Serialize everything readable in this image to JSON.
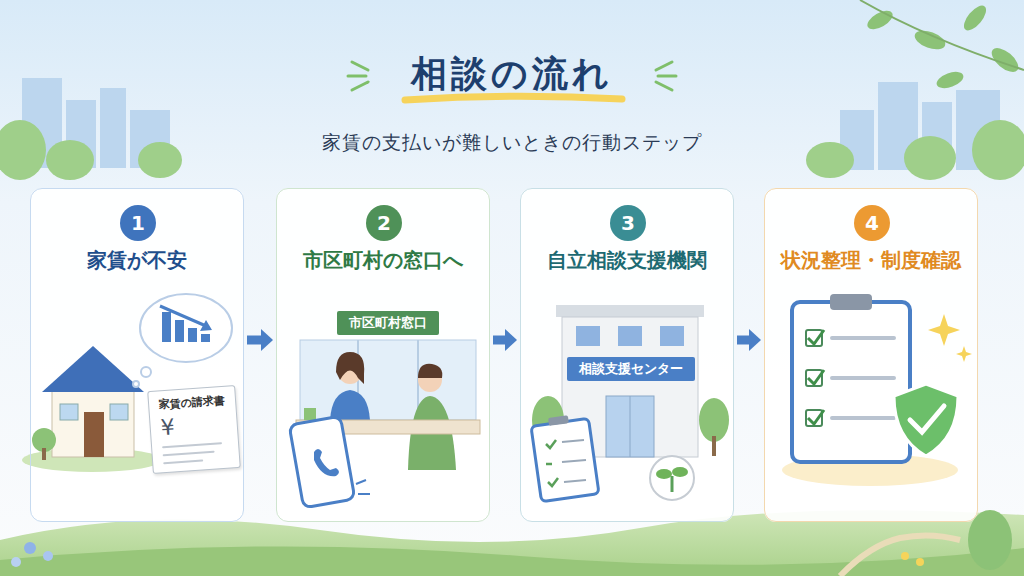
{
  "diagram": {
    "title": "相談の流れ",
    "nodes": [
      {
        "text": [
          "家賃が不安"
        ]
      },
      {
        "text": [
          "1"
        ],
        "in": 0
      },
      {
        "text": [
          "家賃の請求書",
          "¥"
        ],
        "in": 0
      },
      {
        "text": [
          "市区町村の窓口へ"
        ]
      },
      {
        "text": [
          "2"
        ],
        "in": 3
      },
      {
        "text": [
          "市区町村窓口"
        ],
        "in": 3
      },
      {
        "text": [
          "自立相談支援機関"
        ]
      },
      {
        "text": [
          "3"
        ],
        "in": 6
      },
      {
        "text": [
          "相談支援センター"
        ],
        "in": 6
      },
      {
        "text": [
          "状況整理・制度確認"
        ]
      },
      {
        "text": [
          "4"
        ],
        "in": 9
      }
    ],
    "edges": [
      {
        "from": 0,
        "to": 3,
        "arrow": "to"
      },
      {
        "from": 3,
        "to": 6,
        "arrow": "to"
      },
      {
        "from": 6,
        "to": 9,
        "arrow": "to"
      }
    ],
    "labels": [
      "家賃の支払いが難しいときの行動ステップ"
    ]
  }
}
